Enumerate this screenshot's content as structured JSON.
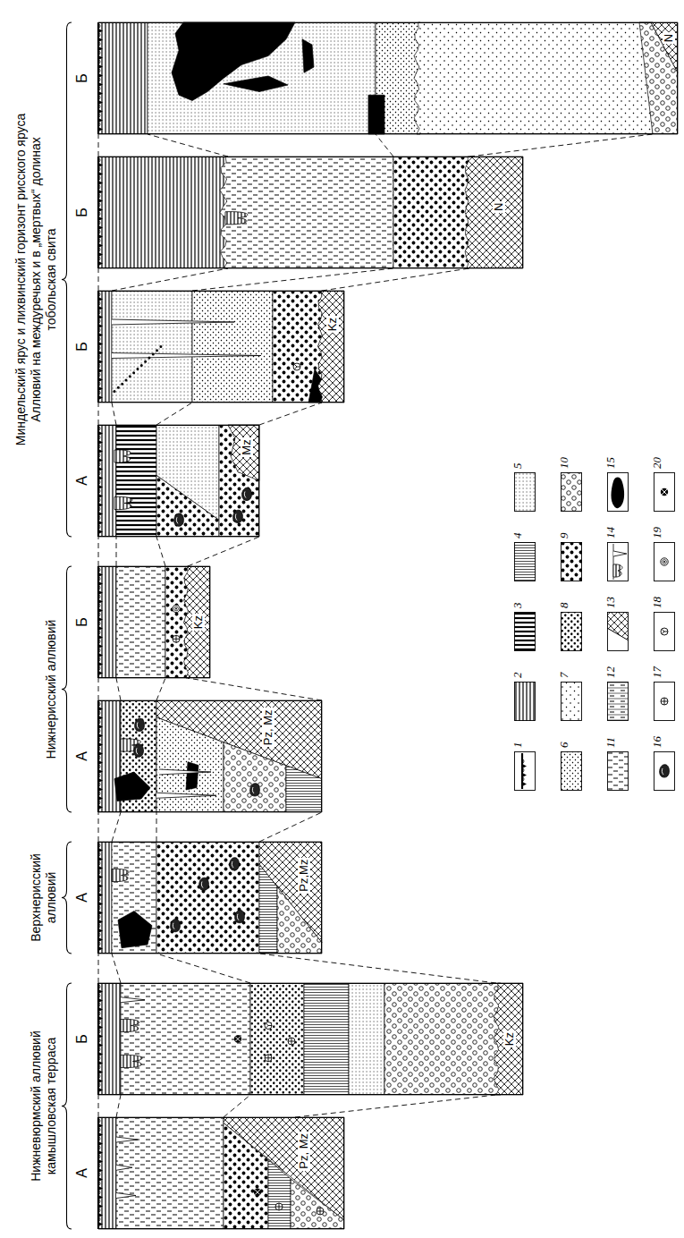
{
  "diagram": {
    "nodes": [
      {
        "text": [
          "А",
          "Pz, Mz"
        ]
      },
      {
        "text": [
          "Б",
          "Kz"
        ]
      },
      {
        "text": [
          "А",
          "Pz,Mz"
        ]
      },
      {
        "text": [
          "А",
          "Pz, Mz"
        ]
      },
      {
        "text": [
          "Б",
          "Kz"
        ]
      },
      {
        "text": [
          "А",
          "Mz"
        ]
      },
      {
        "text": [
          "Б",
          "Kz"
        ]
      },
      {
        "text": [
          "Б",
          "N"
        ]
      },
      {
        "text": [
          "Б",
          "N"
        ]
      }
    ],
    "edges": [
      {
        "from": 0,
        "to": 1,
        "arrow": "none"
      },
      {
        "from": 0,
        "to": 1,
        "arrow": "none"
      },
      {
        "from": 0,
        "to": 1,
        "arrow": "none"
      },
      {
        "from": 0,
        "to": 1,
        "arrow": "none"
      },
      {
        "from": 1,
        "to": 2,
        "arrow": "none"
      },
      {
        "from": 1,
        "to": 2,
        "arrow": "none"
      },
      {
        "from": 1,
        "to": 2,
        "arrow": "none"
      },
      {
        "from": 1,
        "to": 2,
        "arrow": "none"
      },
      {
        "from": 2,
        "to": 3,
        "arrow": "none"
      },
      {
        "from": 2,
        "to": 3,
        "arrow": "none"
      },
      {
        "from": 2,
        "to": 3,
        "arrow": "none"
      },
      {
        "from": 2,
        "to": 3,
        "arrow": "none"
      },
      {
        "from": 3,
        "to": 4,
        "arrow": "none"
      },
      {
        "from": 3,
        "to": 4,
        "arrow": "none"
      },
      {
        "from": 3,
        "to": 4,
        "arrow": "none"
      },
      {
        "from": 3,
        "to": 4,
        "arrow": "none"
      },
      {
        "from": 4,
        "to": 5,
        "arrow": "none"
      },
      {
        "from": 4,
        "to": 5,
        "arrow": "none"
      },
      {
        "from": 4,
        "to": 5,
        "arrow": "none"
      },
      {
        "from": 4,
        "to": 5,
        "arrow": "none"
      },
      {
        "from": 5,
        "to": 6,
        "arrow": "none"
      },
      {
        "from": 5,
        "to": 6,
        "arrow": "none"
      },
      {
        "from": 5,
        "to": 6,
        "arrow": "none"
      },
      {
        "from": 5,
        "to": 6,
        "arrow": "none"
      },
      {
        "from": 6,
        "to": 7,
        "arrow": "none"
      },
      {
        "from": 6,
        "to": 7,
        "arrow": "none"
      },
      {
        "from": 6,
        "to": 7,
        "arrow": "none"
      },
      {
        "from": 6,
        "to": 7,
        "arrow": "none"
      },
      {
        "from": 7,
        "to": 8,
        "arrow": "none"
      },
      {
        "from": 7,
        "to": 8,
        "arrow": "none"
      },
      {
        "from": 7,
        "to": 8,
        "arrow": "none"
      },
      {
        "from": 7,
        "to": 8,
        "arrow": "none"
      }
    ],
    "labels": [
      "Нижневюрмский аллювий",
      "камышловская терраса",
      "Верхнерисский аллювий",
      "Нижнерисский аллювий",
      "Миндельский ярус и лихвинский горизонт рисского яруса",
      "Аллювий на междуречьях и в „мертвых“ долинах",
      "тобольская свита"
    ],
    "legend": [
      {
        "text": "1"
      },
      {
        "text": "2"
      },
      {
        "text": "3"
      },
      {
        "text": "4"
      },
      {
        "text": "5"
      },
      {
        "text": "6"
      },
      {
        "text": "7"
      },
      {
        "text": "8"
      },
      {
        "text": "9"
      },
      {
        "text": "10"
      },
      {
        "text": "11"
      },
      {
        "text": "12"
      },
      {
        "text": "13"
      },
      {
        "text": "14"
      },
      {
        "text": "15"
      },
      {
        "text": "16"
      },
      {
        "text": "17"
      },
      {
        "text": "18"
      },
      {
        "text": "19"
      },
      {
        "text": "20"
      }
    ]
  }
}
